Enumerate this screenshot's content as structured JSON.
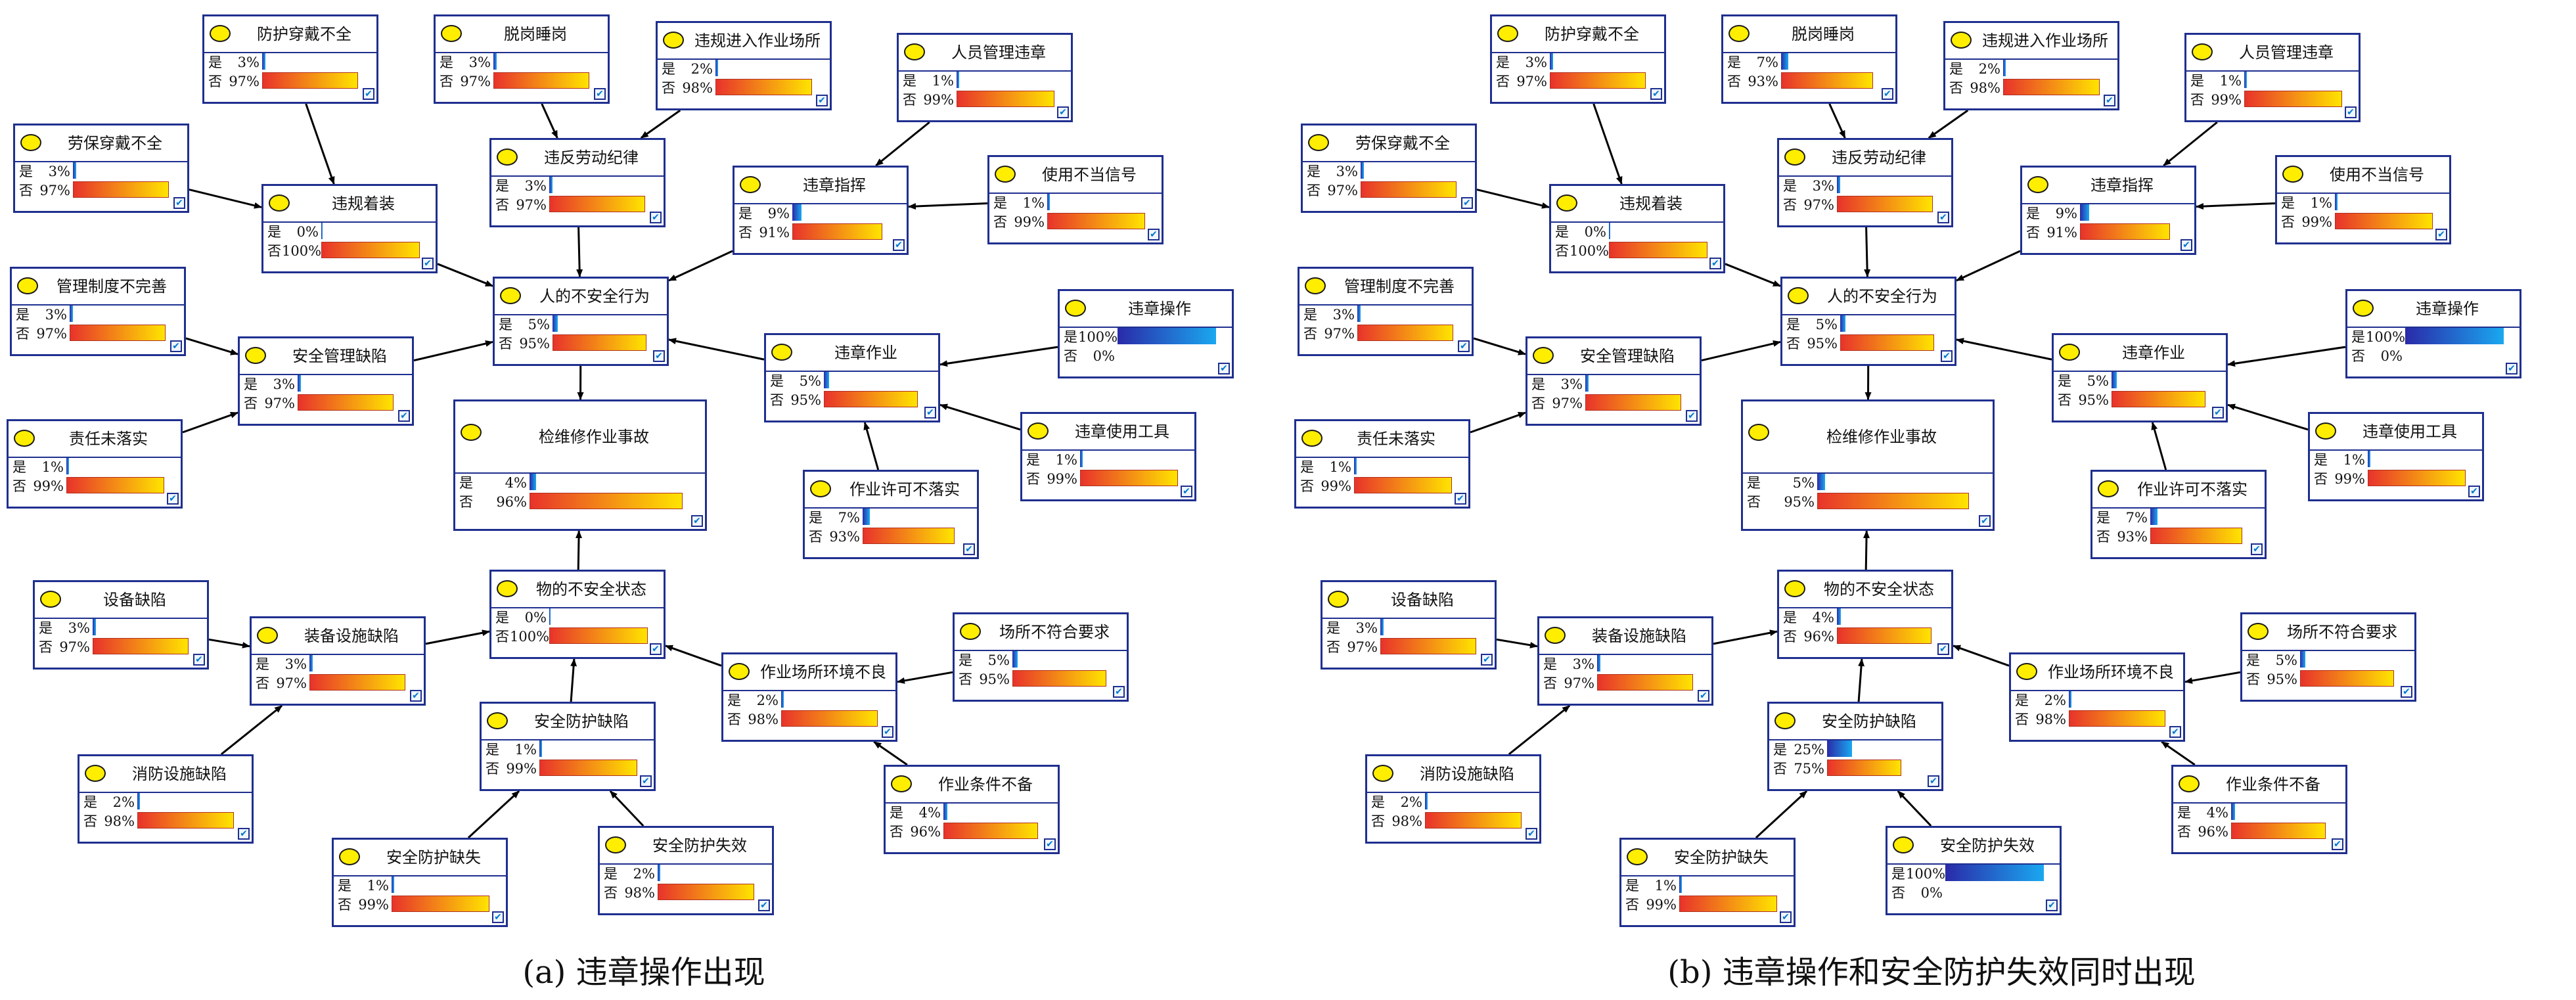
{
  "colors": {
    "node_border": "#1f2f8f",
    "state_dot": "#ffee00",
    "yes_bar": [
      "#2a2aa8",
      "#1aa8f0"
    ],
    "no_bar": [
      "#e8332b",
      "#ffe400"
    ],
    "arrow": "#000000"
  },
  "panels": [
    {
      "caption": "(a) 违章操作出现",
      "nodes": [
        {
          "id": "n1",
          "title": "防护穿戴不全",
          "yes": "是",
          "no": "否",
          "yes_pct": "3%",
          "no_pct": "97%",
          "yes_value": 3,
          "no_value": 97
        },
        {
          "id": "n2",
          "title": "脱岗睡岗",
          "yes": "是",
          "no": "否",
          "yes_pct": "3%",
          "no_pct": "97%",
          "yes_value": 3,
          "no_value": 97
        },
        {
          "id": "n3",
          "title": "违规进入作业场所",
          "yes": "是",
          "no": "否",
          "yes_pct": "2%",
          "no_pct": "98%",
          "yes_value": 2,
          "no_value": 98
        },
        {
          "id": "n4",
          "title": "人员管理违章",
          "yes": "是",
          "no": "否",
          "yes_pct": "1%",
          "no_pct": "99%",
          "yes_value": 1,
          "no_value": 99
        },
        {
          "id": "n5",
          "title": "劳保穿戴不全",
          "yes": "是",
          "no": "否",
          "yes_pct": "3%",
          "no_pct": "97%",
          "yes_value": 3,
          "no_value": 97
        },
        {
          "id": "n6",
          "title": "违规着装",
          "yes": "是",
          "no": "否",
          "yes_pct": "0%",
          "no_pct": "100%",
          "yes_value": 0,
          "no_value": 100
        },
        {
          "id": "n7",
          "title": "违反劳动纪律",
          "yes": "是",
          "no": "否",
          "yes_pct": "3%",
          "no_pct": "97%",
          "yes_value": 3,
          "no_value": 97
        },
        {
          "id": "n8",
          "title": "违章指挥",
          "yes": "是",
          "no": "否",
          "yes_pct": "9%",
          "no_pct": "91%",
          "yes_value": 9,
          "no_value": 91
        },
        {
          "id": "n9",
          "title": "使用不当信号",
          "yes": "是",
          "no": "否",
          "yes_pct": "1%",
          "no_pct": "99%",
          "yes_value": 1,
          "no_value": 99
        },
        {
          "id": "n10",
          "title": "管理制度不完善",
          "yes": "是",
          "no": "否",
          "yes_pct": "3%",
          "no_pct": "97%",
          "yes_value": 3,
          "no_value": 97
        },
        {
          "id": "n11",
          "title": "人的不安全行为",
          "yes": "是",
          "no": "否",
          "yes_pct": "5%",
          "no_pct": "95%",
          "yes_value": 5,
          "no_value": 95
        },
        {
          "id": "n12",
          "title": "违章操作",
          "yes": "是",
          "no": "否",
          "yes_pct": "100%",
          "no_pct": "0%",
          "yes_value": 100,
          "no_value": 0
        },
        {
          "id": "n13",
          "title": "安全管理缺陷",
          "yes": "是",
          "no": "否",
          "yes_pct": "3%",
          "no_pct": "97%",
          "yes_value": 3,
          "no_value": 97
        },
        {
          "id": "n14",
          "title": "违章作业",
          "yes": "是",
          "no": "否",
          "yes_pct": "5%",
          "no_pct": "95%",
          "yes_value": 5,
          "no_value": 95
        },
        {
          "id": "n15",
          "title": "责任未落实",
          "yes": "是",
          "no": "否",
          "yes_pct": "1%",
          "no_pct": "99%",
          "yes_value": 1,
          "no_value": 99
        },
        {
          "id": "n16",
          "title": "检维修作业事故",
          "yes": "是",
          "no": "否",
          "yes_pct": "4%",
          "no_pct": "96%",
          "yes_value": 4,
          "no_value": 96
        },
        {
          "id": "n17",
          "title": "违章使用工具",
          "yes": "是",
          "no": "否",
          "yes_pct": "1%",
          "no_pct": "99%",
          "yes_value": 1,
          "no_value": 99
        },
        {
          "id": "n18",
          "title": "作业许可不落实",
          "yes": "是",
          "no": "否",
          "yes_pct": "7%",
          "no_pct": "93%",
          "yes_value": 7,
          "no_value": 93
        },
        {
          "id": "n19",
          "title": "设备缺陷",
          "yes": "是",
          "no": "否",
          "yes_pct": "3%",
          "no_pct": "97%",
          "yes_value": 3,
          "no_value": 97
        },
        {
          "id": "n20",
          "title": "物的不安全状态",
          "yes": "是",
          "no": "否",
          "yes_pct": "0%",
          "no_pct": "100%",
          "yes_value": 0,
          "no_value": 100
        },
        {
          "id": "n21",
          "title": "装备设施缺陷",
          "yes": "是",
          "no": "否",
          "yes_pct": "3%",
          "no_pct": "97%",
          "yes_value": 3,
          "no_value": 97
        },
        {
          "id": "n22",
          "title": "场所不符合要求",
          "yes": "是",
          "no": "否",
          "yes_pct": "5%",
          "no_pct": "95%",
          "yes_value": 5,
          "no_value": 95
        },
        {
          "id": "n23",
          "title": "作业场所环境不良",
          "yes": "是",
          "no": "否",
          "yes_pct": "2%",
          "no_pct": "98%",
          "yes_value": 2,
          "no_value": 98
        },
        {
          "id": "n24",
          "title": "安全防护缺陷",
          "yes": "是",
          "no": "否",
          "yes_pct": "1%",
          "no_pct": "99%",
          "yes_value": 1,
          "no_value": 99
        },
        {
          "id": "n25",
          "title": "消防设施缺陷",
          "yes": "是",
          "no": "否",
          "yes_pct": "2%",
          "no_pct": "98%",
          "yes_value": 2,
          "no_value": 98
        },
        {
          "id": "n26",
          "title": "作业条件不备",
          "yes": "是",
          "no": "否",
          "yes_pct": "4%",
          "no_pct": "96%",
          "yes_value": 4,
          "no_value": 96
        },
        {
          "id": "n27",
          "title": "安全防护缺失",
          "yes": "是",
          "no": "否",
          "yes_pct": "1%",
          "no_pct": "99%",
          "yes_value": 1,
          "no_value": 99
        },
        {
          "id": "n28",
          "title": "安全防护失效",
          "yes": "是",
          "no": "否",
          "yes_pct": "2%",
          "no_pct": "98%",
          "yes_value": 2,
          "no_value": 98
        }
      ]
    },
    {
      "caption": "(b) 违章操作和安全防护失效同时出现",
      "nodes": [
        {
          "id": "n1",
          "title": "防护穿戴不全",
          "yes": "是",
          "no": "否",
          "yes_pct": "3%",
          "no_pct": "97%",
          "yes_value": 3,
          "no_value": 97
        },
        {
          "id": "n2",
          "title": "脱岗睡岗",
          "yes": "是",
          "no": "否",
          "yes_pct": "7%",
          "no_pct": "93%",
          "yes_value": 7,
          "no_value": 93
        },
        {
          "id": "n3",
          "title": "违规进入作业场所",
          "yes": "是",
          "no": "否",
          "yes_pct": "2%",
          "no_pct": "98%",
          "yes_value": 2,
          "no_value": 98
        },
        {
          "id": "n4",
          "title": "人员管理违章",
          "yes": "是",
          "no": "否",
          "yes_pct": "1%",
          "no_pct": "99%",
          "yes_value": 1,
          "no_value": 99
        },
        {
          "id": "n5",
          "title": "劳保穿戴不全",
          "yes": "是",
          "no": "否",
          "yes_pct": "3%",
          "no_pct": "97%",
          "yes_value": 3,
          "no_value": 97
        },
        {
          "id": "n6",
          "title": "违规着装",
          "yes": "是",
          "no": "否",
          "yes_pct": "0%",
          "no_pct": "100%",
          "yes_value": 0,
          "no_value": 100
        },
        {
          "id": "n7",
          "title": "违反劳动纪律",
          "yes": "是",
          "no": "否",
          "yes_pct": "3%",
          "no_pct": "97%",
          "yes_value": 3,
          "no_value": 97
        },
        {
          "id": "n8",
          "title": "违章指挥",
          "yes": "是",
          "no": "否",
          "yes_pct": "9%",
          "no_pct": "91%",
          "yes_value": 9,
          "no_value": 91
        },
        {
          "id": "n9",
          "title": "使用不当信号",
          "yes": "是",
          "no": "否",
          "yes_pct": "1%",
          "no_pct": "99%",
          "yes_value": 1,
          "no_value": 99
        },
        {
          "id": "n10",
          "title": "管理制度不完善",
          "yes": "是",
          "no": "否",
          "yes_pct": "3%",
          "no_pct": "97%",
          "yes_value": 3,
          "no_value": 97
        },
        {
          "id": "n11",
          "title": "人的不安全行为",
          "yes": "是",
          "no": "否",
          "yes_pct": "5%",
          "no_pct": "95%",
          "yes_value": 5,
          "no_value": 95
        },
        {
          "id": "n12",
          "title": "违章操作",
          "yes": "是",
          "no": "否",
          "yes_pct": "100%",
          "no_pct": "0%",
          "yes_value": 100,
          "no_value": 0
        },
        {
          "id": "n13",
          "title": "安全管理缺陷",
          "yes": "是",
          "no": "否",
          "yes_pct": "3%",
          "no_pct": "97%",
          "yes_value": 3,
          "no_value": 97
        },
        {
          "id": "n14",
          "title": "违章作业",
          "yes": "是",
          "no": "否",
          "yes_pct": "5%",
          "no_pct": "95%",
          "yes_value": 5,
          "no_value": 95
        },
        {
          "id": "n15",
          "title": "责任未落实",
          "yes": "是",
          "no": "否",
          "yes_pct": "1%",
          "no_pct": "99%",
          "yes_value": 1,
          "no_value": 99
        },
        {
          "id": "n16",
          "title": "检维修作业事故",
          "yes": "是",
          "no": "否",
          "yes_pct": "5%",
          "no_pct": "95%",
          "yes_value": 5,
          "no_value": 95
        },
        {
          "id": "n17",
          "title": "违章使用工具",
          "yes": "是",
          "no": "否",
          "yes_pct": "1%",
          "no_pct": "99%",
          "yes_value": 1,
          "no_value": 99
        },
        {
          "id": "n18",
          "title": "作业许可不落实",
          "yes": "是",
          "no": "否",
          "yes_pct": "7%",
          "no_pct": "93%",
          "yes_value": 7,
          "no_value": 93
        },
        {
          "id": "n19",
          "title": "设备缺陷",
          "yes": "是",
          "no": "否",
          "yes_pct": "3%",
          "no_pct": "97%",
          "yes_value": 3,
          "no_value": 97
        },
        {
          "id": "n20",
          "title": "物的不安全状态",
          "yes": "是",
          "no": "否",
          "yes_pct": "4%",
          "no_pct": "96%",
          "yes_value": 4,
          "no_value": 96
        },
        {
          "id": "n21",
          "title": "装备设施缺陷",
          "yes": "是",
          "no": "否",
          "yes_pct": "3%",
          "no_pct": "97%",
          "yes_value": 3,
          "no_value": 97
        },
        {
          "id": "n22",
          "title": "场所不符合要求",
          "yes": "是",
          "no": "否",
          "yes_pct": "5%",
          "no_pct": "95%",
          "yes_value": 5,
          "no_value": 95
        },
        {
          "id": "n23",
          "title": "作业场所环境不良",
          "yes": "是",
          "no": "否",
          "yes_pct": "2%",
          "no_pct": "98%",
          "yes_value": 2,
          "no_value": 98
        },
        {
          "id": "n24",
          "title": "安全防护缺陷",
          "yes": "是",
          "no": "否",
          "yes_pct": "25%",
          "no_pct": "75%",
          "yes_value": 25,
          "no_value": 75
        },
        {
          "id": "n25",
          "title": "消防设施缺陷",
          "yes": "是",
          "no": "否",
          "yes_pct": "2%",
          "no_pct": "98%",
          "yes_value": 2,
          "no_value": 98
        },
        {
          "id": "n26",
          "title": "作业条件不备",
          "yes": "是",
          "no": "否",
          "yes_pct": "4%",
          "no_pct": "96%",
          "yes_value": 4,
          "no_value": 96
        },
        {
          "id": "n27",
          "title": "安全防护缺失",
          "yes": "是",
          "no": "否",
          "yes_pct": "1%",
          "no_pct": "99%",
          "yes_value": 1,
          "no_value": 99
        },
        {
          "id": "n28",
          "title": "安全防护失效",
          "yes": "是",
          "no": "否",
          "yes_pct": "100%",
          "no_pct": "0%",
          "yes_value": 100,
          "no_value": 0
        }
      ]
    }
  ],
  "edges": [
    [
      "n1",
      "n6"
    ],
    [
      "n5",
      "n6"
    ],
    [
      "n2",
      "n7"
    ],
    [
      "n3",
      "n7"
    ],
    [
      "n4",
      "n8"
    ],
    [
      "n9",
      "n8"
    ],
    [
      "n6",
      "n11"
    ],
    [
      "n7",
      "n11"
    ],
    [
      "n8",
      "n11"
    ],
    [
      "n13",
      "n11"
    ],
    [
      "n14",
      "n11"
    ],
    [
      "n10",
      "n13"
    ],
    [
      "n15",
      "n13"
    ],
    [
      "n12",
      "n14"
    ],
    [
      "n17",
      "n14"
    ],
    [
      "n18",
      "n14"
    ],
    [
      "n11",
      "n16"
    ],
    [
      "n20",
      "n16"
    ],
    [
      "n21",
      "n20"
    ],
    [
      "n23",
      "n20"
    ],
    [
      "n24",
      "n20"
    ],
    [
      "n19",
      "n21"
    ],
    [
      "n25",
      "n21"
    ],
    [
      "n22",
      "n23"
    ],
    [
      "n26",
      "n23"
    ],
    [
      "n27",
      "n24"
    ],
    [
      "n28",
      "n24"
    ]
  ]
}
